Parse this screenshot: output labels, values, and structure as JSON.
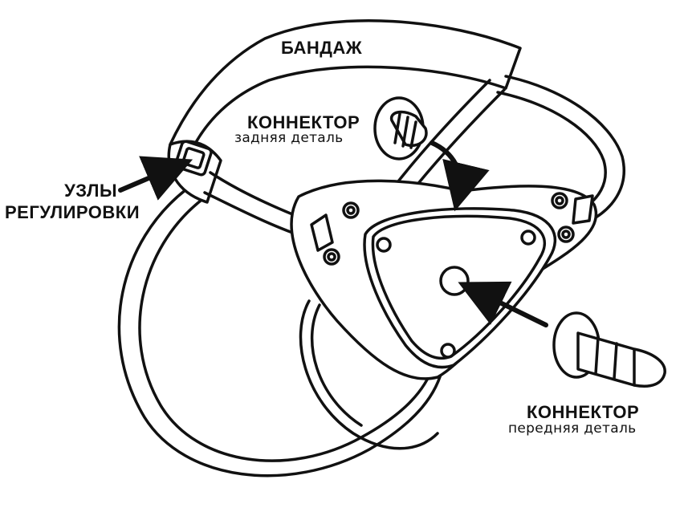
{
  "colors": {
    "stroke": "#111111",
    "fill": "#ffffff"
  },
  "labels": {
    "bandage": "БАНДАЖ",
    "adjust_line1": "УЗЛЫ",
    "adjust_line2": "РЕГУЛИРОВКИ",
    "rear_title": "КОННЕКТОР",
    "rear_sub": "задняя деталь",
    "front_title": "КОННЕКТОР",
    "front_sub": "передняя деталь"
  }
}
